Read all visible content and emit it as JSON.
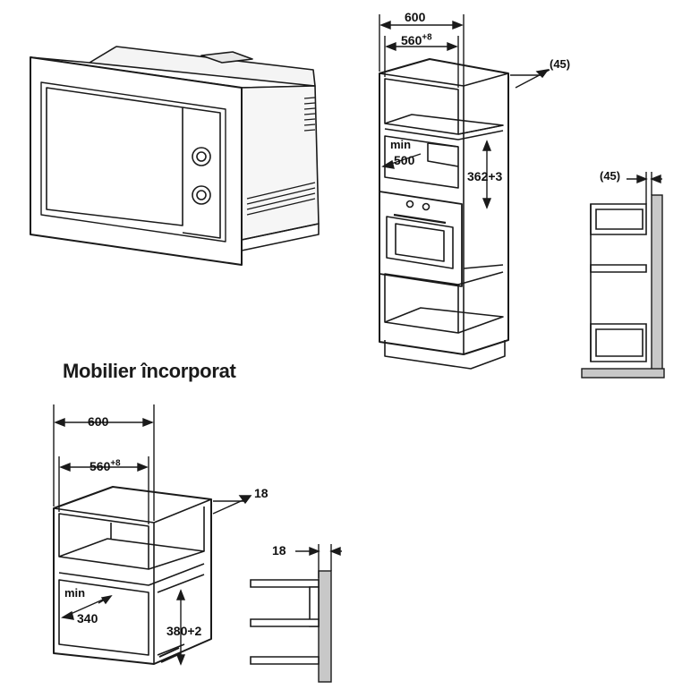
{
  "section_title": "Mobilier încorporat",
  "tall_cabinet": {
    "outer_width": "600",
    "inner_width": "560",
    "inner_width_tol": "+8",
    "depth_gap": "(45)",
    "opening_height": "362+3",
    "min_label": "min",
    "min_depth": "500"
  },
  "side_detail_top": {
    "gap": "(45)"
  },
  "wall_cabinet": {
    "outer_width": "600",
    "inner_width": "560",
    "inner_width_tol": "+8",
    "gap": "18",
    "opening_height": "380+2",
    "min_label": "min",
    "min_depth": "340"
  },
  "side_detail_bottom": {
    "gap": "18"
  },
  "colors": {
    "line": "#1a1a1a",
    "wall_fill": "#c8c8c8",
    "panel_fill": "#ffffff"
  }
}
